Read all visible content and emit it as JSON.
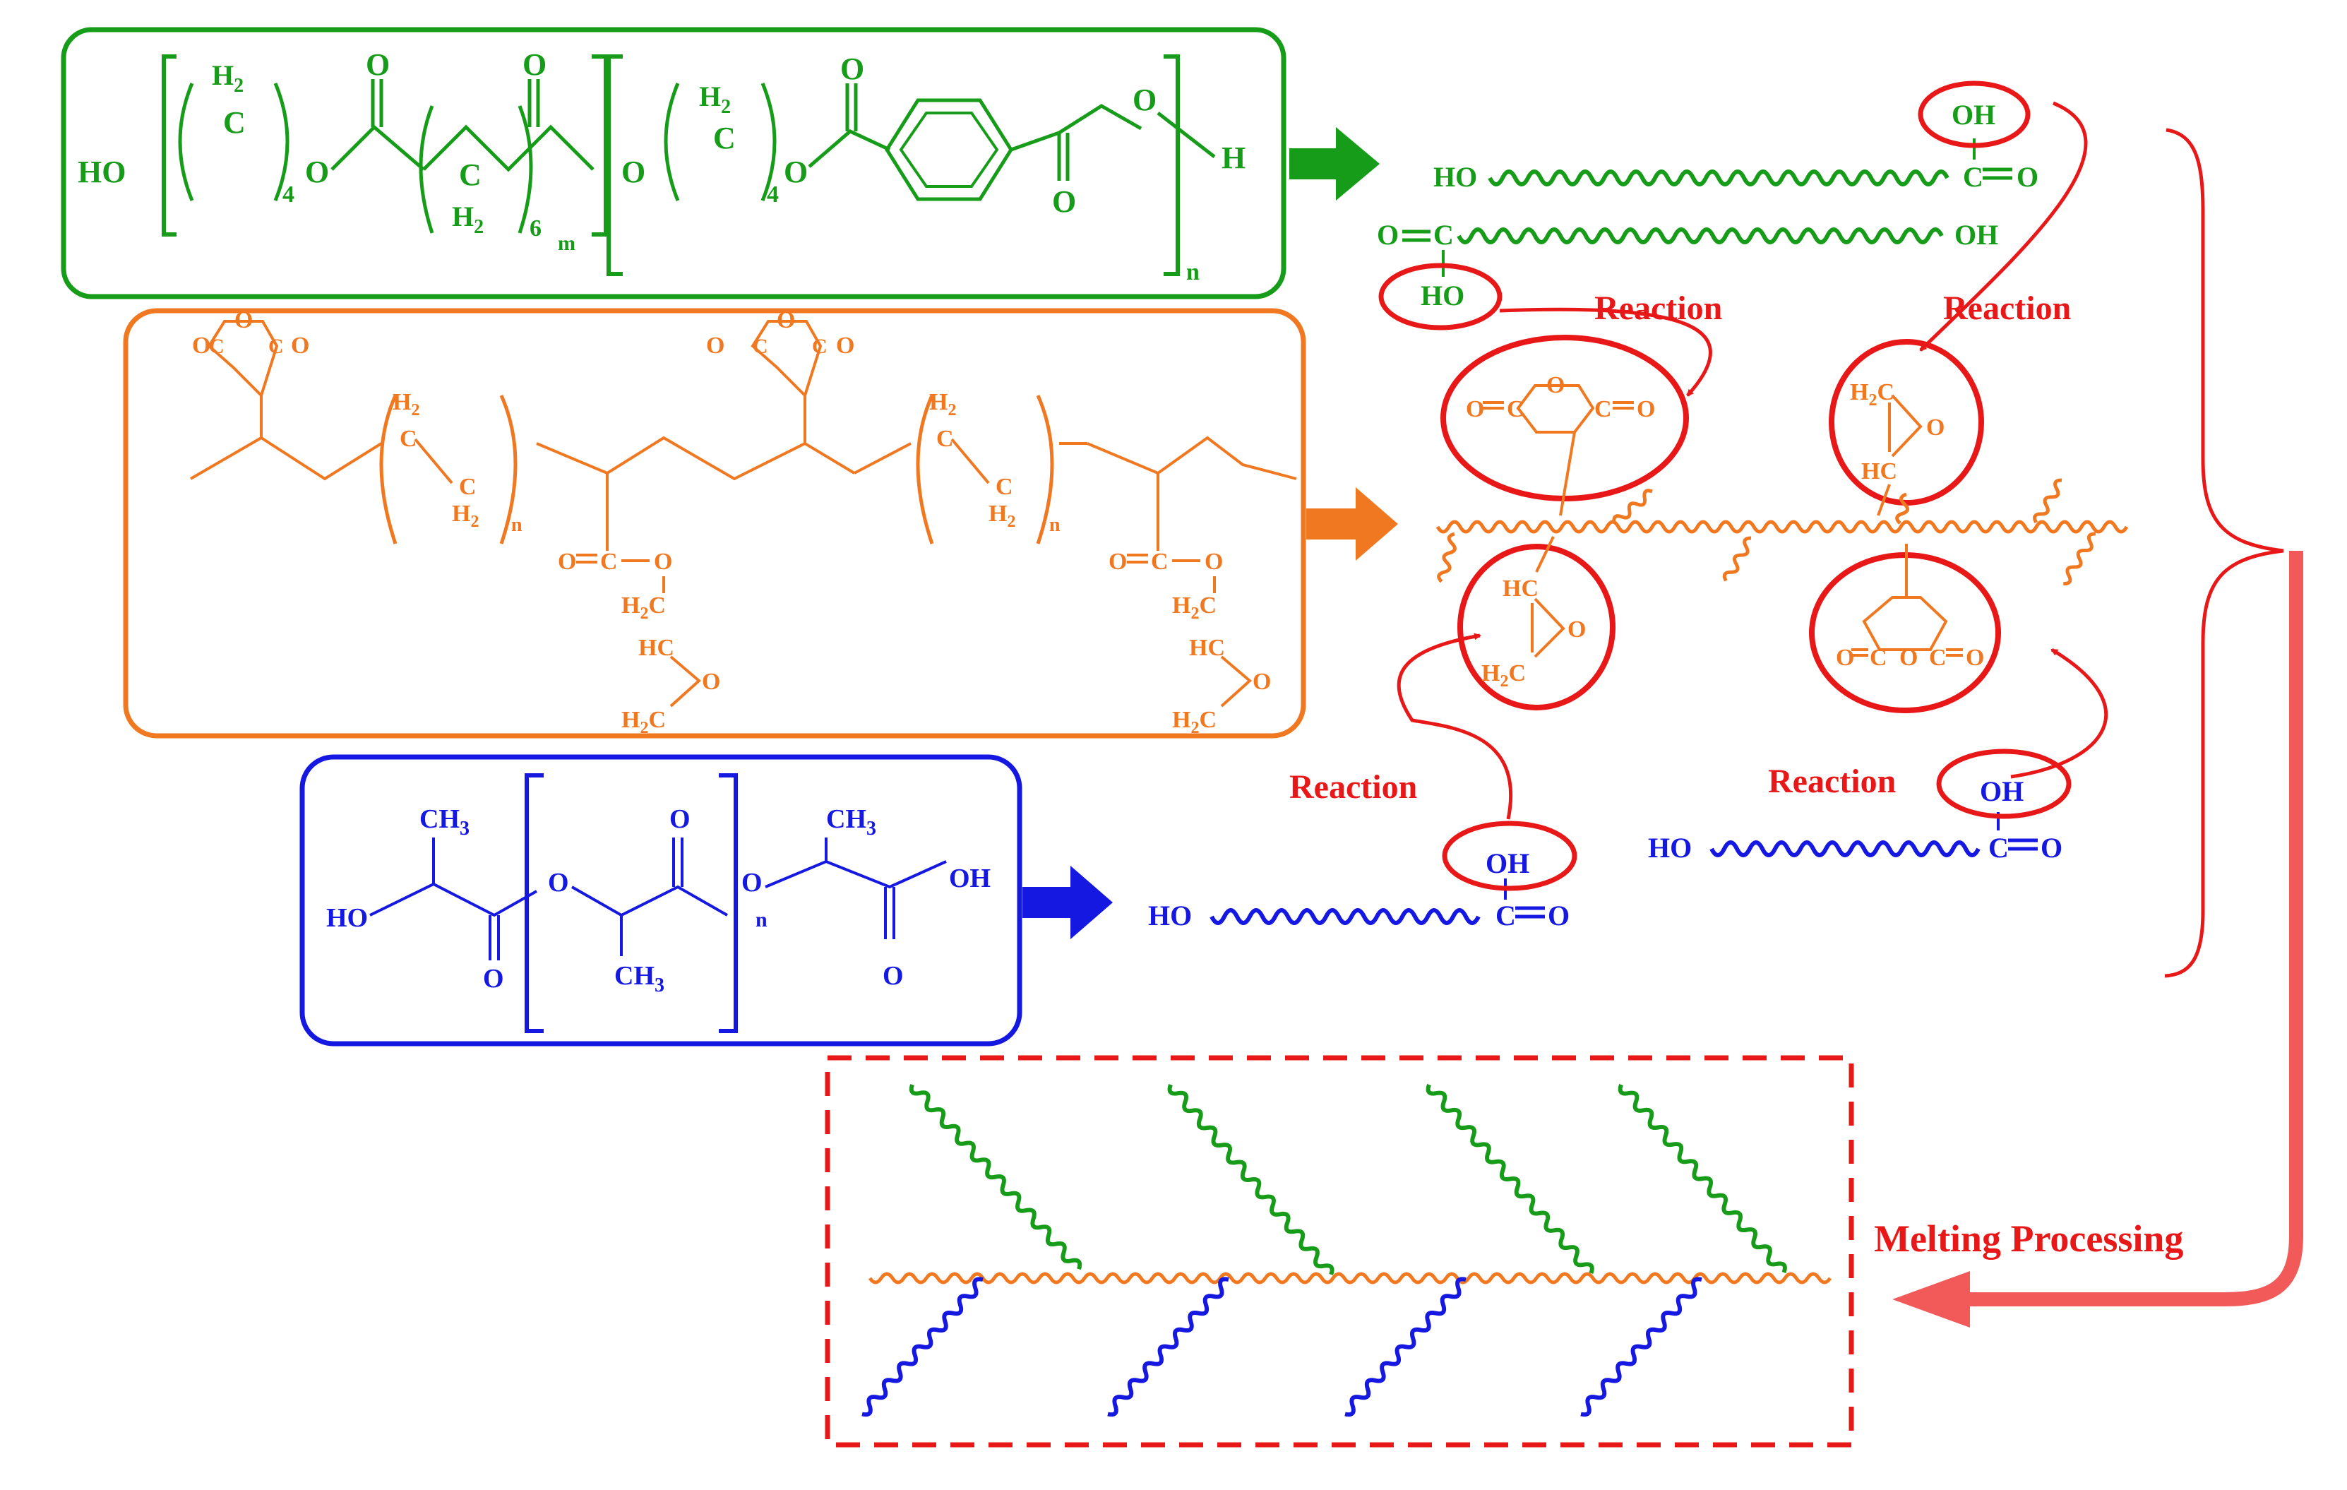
{
  "colors": {
    "pbat": "#179c1a",
    "compatibilizer": "#f07820",
    "pla": "#1518e0",
    "reaction": "#e81818",
    "melt_arrow": "#f25a5a"
  },
  "pbat": {
    "ho": "HO",
    "h2_a": "H",
    "h2_a_sub": "2",
    "c_a": "C",
    "sub4_a": "4",
    "o_a": "O",
    "o_carbonyl_a": "O",
    "c_b": "C",
    "h2_b": "H",
    "h2_b_sub": "2",
    "sub6": "6",
    "sub_m": "m",
    "o_carbonyl_b": "O",
    "o_b": "O",
    "h2_c": "H",
    "h2_c_sub": "2",
    "c_c": "C",
    "sub4_b": "4",
    "o_c": "O",
    "o_carbonyl_c": "O",
    "o_carbonyl_d": "O",
    "o_d": "O",
    "h_end": "H",
    "sub_n": "n"
  },
  "compatibilizer": {
    "anhydride_left": {
      "c1": "C",
      "o_ring": "O",
      "c2": "C",
      "o1": "O",
      "o2": "O"
    },
    "anhydride_right": {
      "c1": "C",
      "o_ring": "O",
      "c2": "C",
      "o1": "O",
      "o2": "O"
    },
    "h2_a": "H",
    "h2_a_sub": "2",
    "c_a": "C",
    "h2_b": "H",
    "h2_b_sub": "2",
    "c_b": "C",
    "sub_n_a": "n",
    "h2_c": "H",
    "h2_c_sub": "2",
    "c_c": "C",
    "h2_d": "H",
    "h2_d_sub": "2",
    "c_d": "C",
    "sub_n_b": "n",
    "ester_left": {
      "o_eq": "O",
      "c": "C",
      "o": "O",
      "h2c": "H",
      "h2c_sub": "2",
      "h2c_c": "C",
      "hc": "HC",
      "o_ep": "O",
      "h2c2": "H",
      "h2c2_sub": "2",
      "h2c2_c": "C"
    },
    "ester_right": {
      "o_eq": "O",
      "c": "C",
      "o": "O",
      "h2c": "H",
      "h2c_sub": "2",
      "h2c_c": "C",
      "hc": "HC",
      "o_ep": "O",
      "h2c2": "H",
      "h2c2_sub": "2",
      "h2c2_c": "C"
    }
  },
  "pla": {
    "ch3_a": "CH",
    "ch3_a_sub": "3",
    "ho": "HO",
    "o_carbonyl_a": "O",
    "o_a": "O",
    "o_carbonyl_b": "O",
    "ch3_b": "CH",
    "ch3_b_sub": "3",
    "o_b": "O",
    "ch3_c": "CH",
    "ch3_c_sub": "3",
    "oh": "OH",
    "o_carbonyl_c": "O",
    "sub_n": "n"
  },
  "scheme": {
    "green_chain_1": {
      "ho": "HO",
      "c": "C",
      "o": "O",
      "oh": "OH"
    },
    "green_chain_2": {
      "o": "O",
      "c": "C",
      "oh": "OH"
    },
    "green_ho_circle": "HO",
    "reaction_labels": [
      "Reaction",
      "Reaction",
      "Reaction",
      "Reaction"
    ],
    "anhydride_circle_top": {
      "o1": "O",
      "c1": "C",
      "o_ring": "O",
      "c2": "C",
      "o2": "O"
    },
    "epoxide_circle_top": {
      "h2c": "H",
      "h2c_sub": "2",
      "h2c_c": "C",
      "o": "O",
      "hc": "HC"
    },
    "epoxide_circle_bottom": {
      "hc": "HC",
      "o": "O",
      "h2c": "H",
      "h2c_sub": "2",
      "h2c_c": "C"
    },
    "anhydride_circle_bottom": {
      "o1": "O",
      "c1": "C",
      "o_ring": "O",
      "c2": "C",
      "o2": "O"
    },
    "blue_chain_1": {
      "ho": "HO",
      "oh": "OH",
      "c": "C",
      "o": "O"
    },
    "blue_chain_2": {
      "ho": "HO",
      "oh": "OH",
      "c": "C",
      "o": "O"
    },
    "melting_label": "Melting Processing"
  }
}
